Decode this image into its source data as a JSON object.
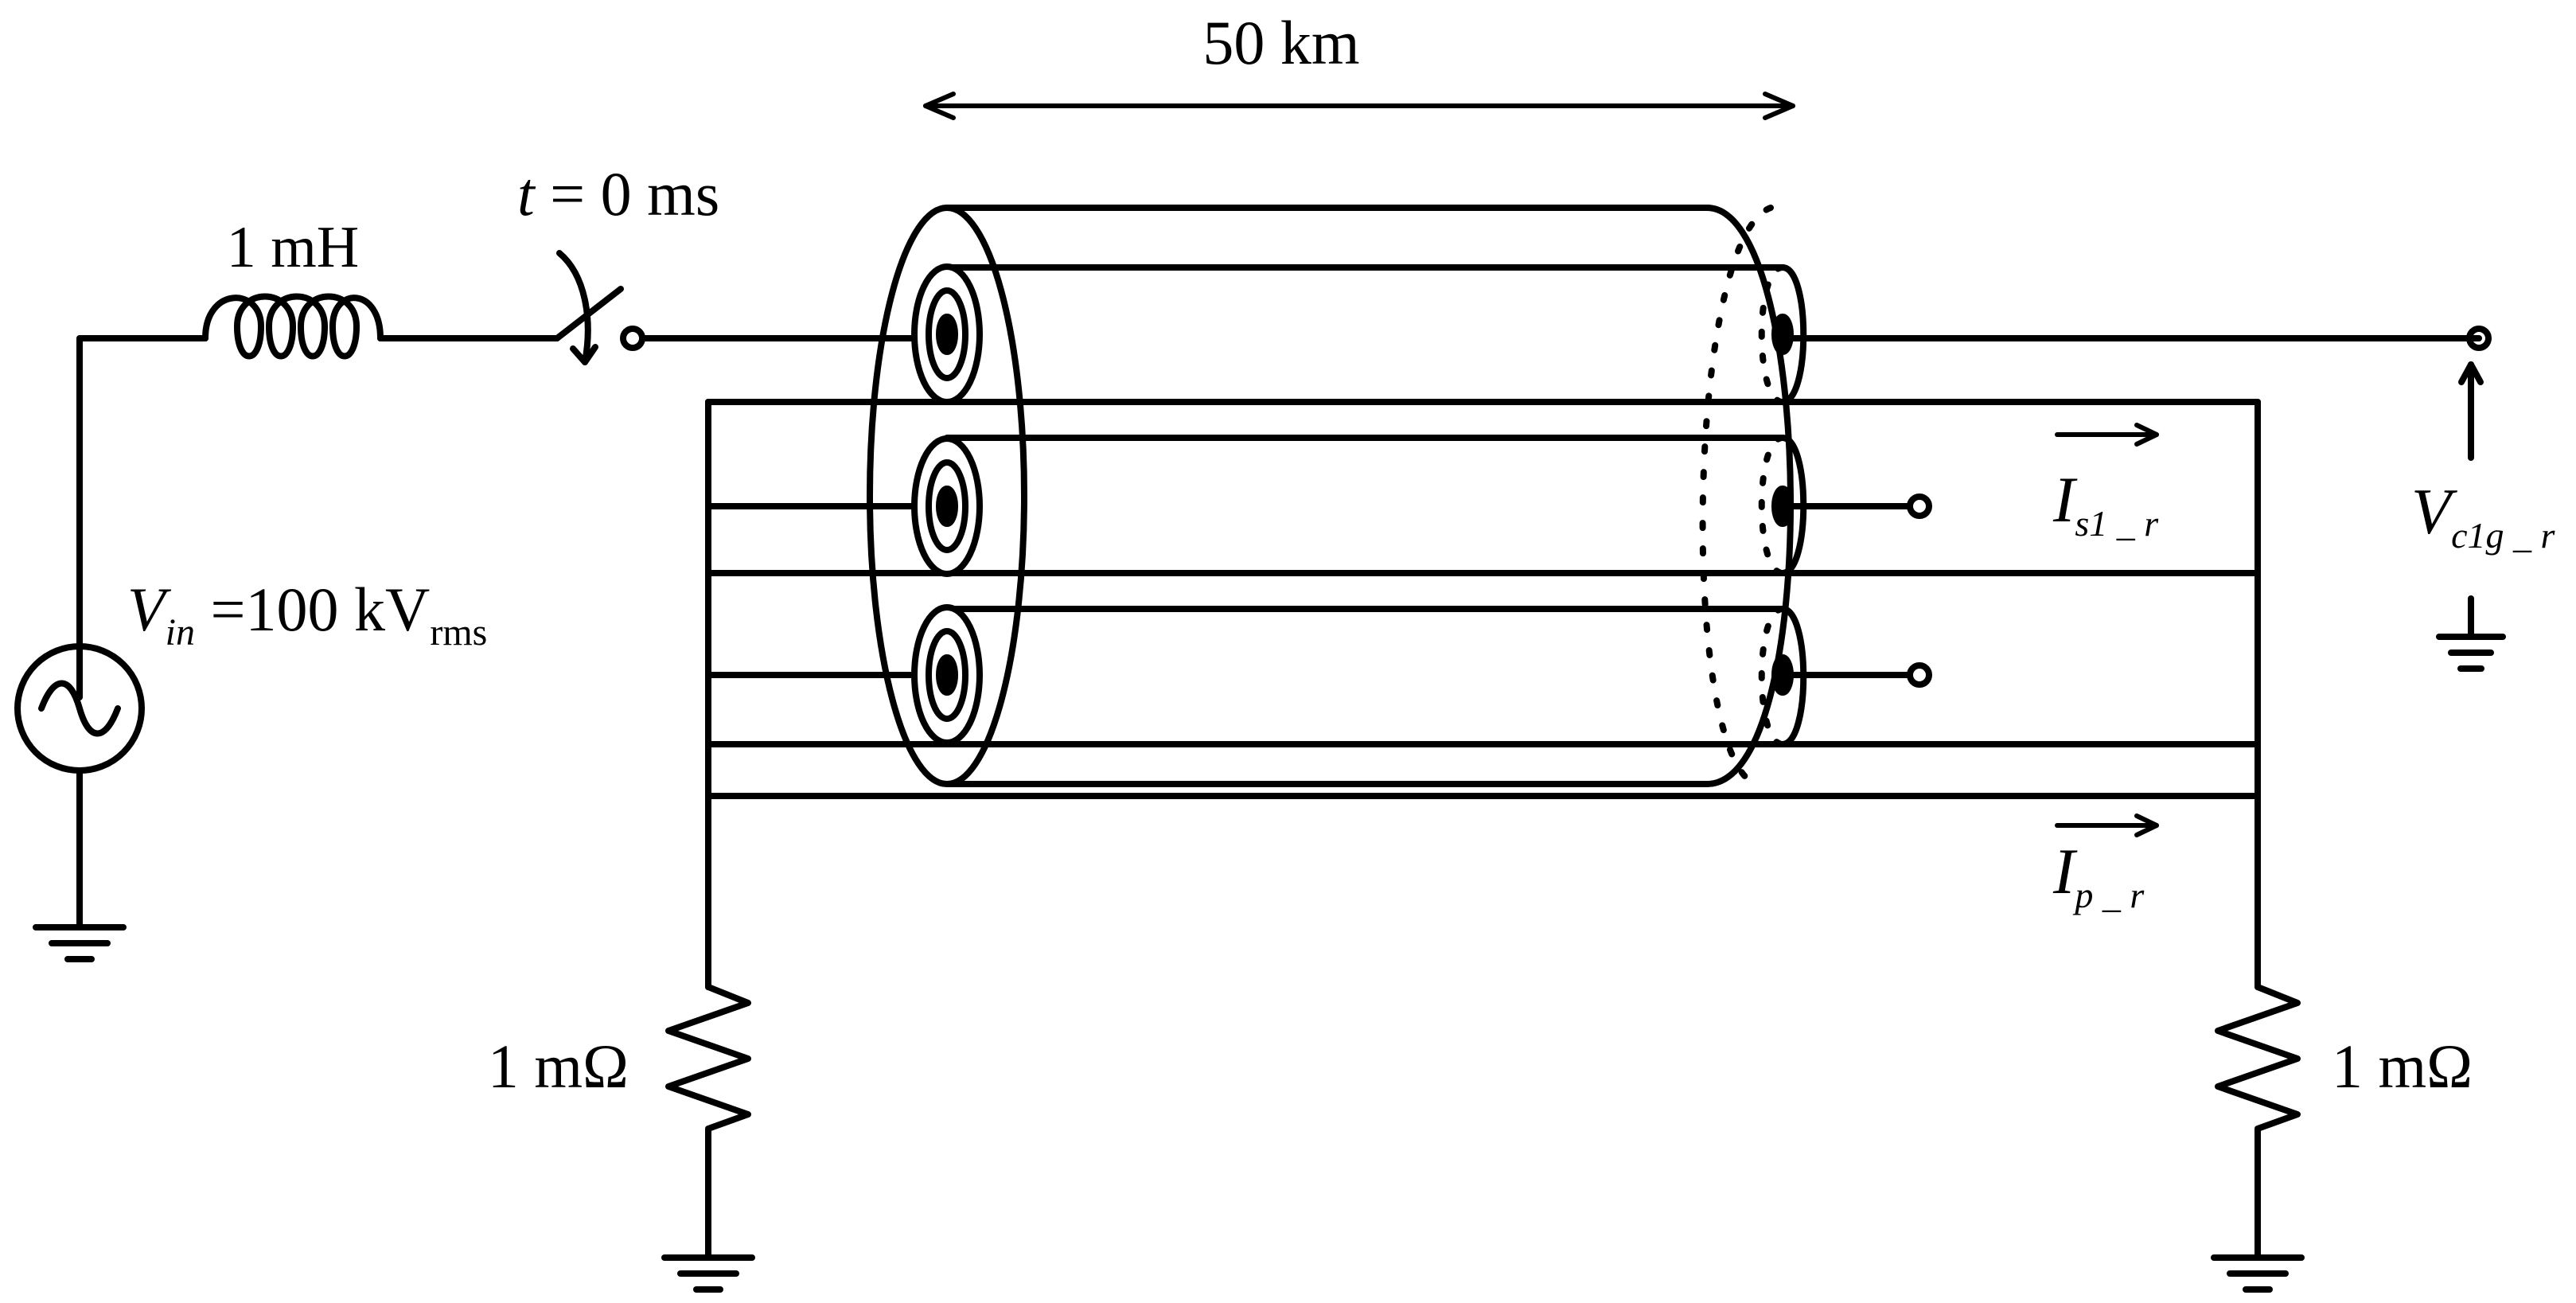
{
  "colors": {
    "line": "#000000",
    "background": "#ffffff"
  },
  "labels": {
    "length": "50 km",
    "switch_time": {
      "var": "t",
      "rest": " = 0 ms"
    },
    "inductor": "1 mH",
    "source": {
      "var": "V",
      "sub": "in",
      "eq": " =100 kV",
      "unit_sub": "rms"
    },
    "voltage_probe": {
      "var": "V",
      "sub": "c1g _ r"
    },
    "sheath_current": {
      "var": "I",
      "sub": "s1 _ r"
    },
    "pipe_current": {
      "var": "I",
      "sub": "p _ r"
    },
    "resistor_left": "1 mΩ",
    "resistor_right": "1 mΩ"
  },
  "icons": [
    "ac-source-icon",
    "inductor-icon",
    "switch-icon",
    "ground-icon",
    "resistor-icon",
    "cable-icon",
    "current-arrow-icon"
  ]
}
